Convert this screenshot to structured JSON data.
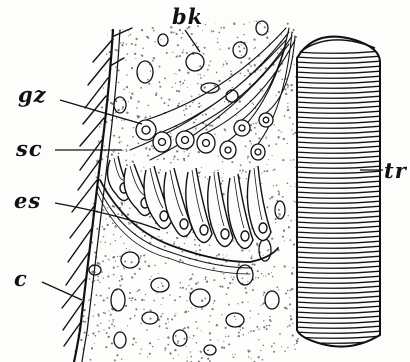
{
  "labels": {
    "bk": "bk",
    "gz": "gz",
    "sc": "sc",
    "tr": "tr",
    "es": "es",
    "c": "c"
  },
  "colors": {
    "ink": "#111111",
    "paper": "#fdfdfb",
    "stipple": "#7a7a7a"
  }
}
